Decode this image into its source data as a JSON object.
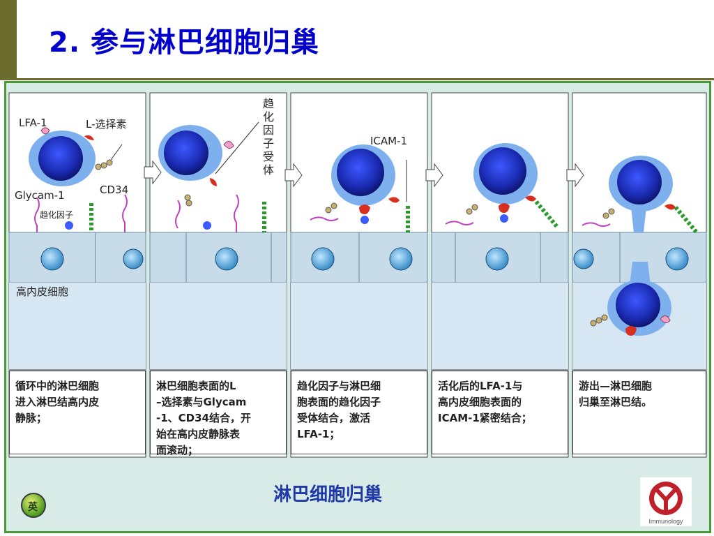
{
  "slide": {
    "title": "2. 参与淋巴细胞归巢"
  },
  "figure": {
    "labels": {
      "lfa1": "LFA-1",
      "lselectin": "L-选择素",
      "glycam1": "Glycam-1",
      "cd34": "CD34",
      "chemokine": "趋化因子",
      "chemokine_receptor": "趋\n化\n因\n子\n受\n体",
      "icam1": "ICAM-1",
      "hev": "高内皮细胞"
    },
    "captions": [
      "循环中的淋巴细胞\n进入淋巴结高内皮\n静脉；",
      "淋巴细胞表面的L\n–选择素与Glycam\n-1、CD34结合，开\n始在高内皮静脉表\n面滚动；",
      "趋化因子与淋巴细\n胞表面的趋化因子\n受体结合，激活\nLFA-1；",
      "活化后的LFA-1与\n高内皮细胞表面的\nICAM-1紧密结合；",
      "游出—淋巴细胞\n归巢至淋巴结。"
    ],
    "footer_title": "淋巴细胞归巢",
    "badge_glyph": "英",
    "logo_text": "Immunology"
  },
  "colors": {
    "accent_title": "#0000cc",
    "cell_core": "#1a2ab0",
    "cell_halo": "#7fb0ee",
    "endothelium": "#c7dbe8",
    "frame_green": "#4a9a3a"
  }
}
